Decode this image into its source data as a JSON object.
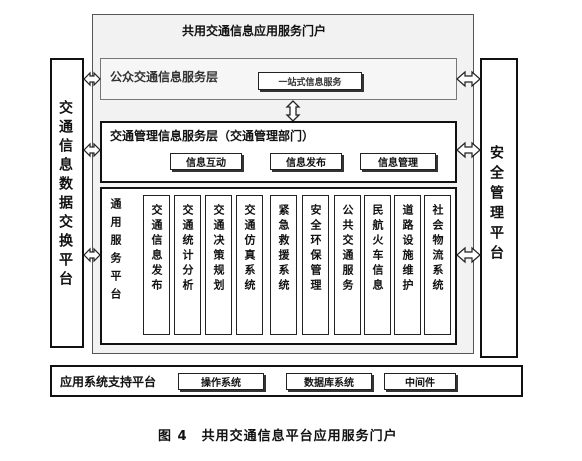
{
  "portal": {
    "title": "共用交通信息应用服务门户"
  },
  "left_platform": {
    "label": "交通信息数据交换平台"
  },
  "right_platform": {
    "label": "安全管理平台"
  },
  "public_layer": {
    "title": "公众交通信息服务层",
    "one_stop": "一站式信息服务"
  },
  "management_layer": {
    "title": "交通管理信息服务层（交通管理部门）",
    "buttons": [
      "信息互动",
      "信息发布",
      "信息管理"
    ]
  },
  "app_platform": {
    "label": "通用服务平台",
    "services": [
      "交通信息发布",
      "交通统计分析",
      "交通决策规划",
      "交通仿真系统",
      "紧急救援系统",
      "安全环保管理",
      "公共交通服务",
      "民航火车信息",
      "道路设施维护",
      "社会物流系统"
    ]
  },
  "support_platform": {
    "label": "应用系统支持平台",
    "items": [
      "操作系统",
      "数据库系统",
      "中间件"
    ]
  },
  "caption": "图 4　共用交通信息平台应用服务门户",
  "arrow_icon": "double-arrow-icon"
}
